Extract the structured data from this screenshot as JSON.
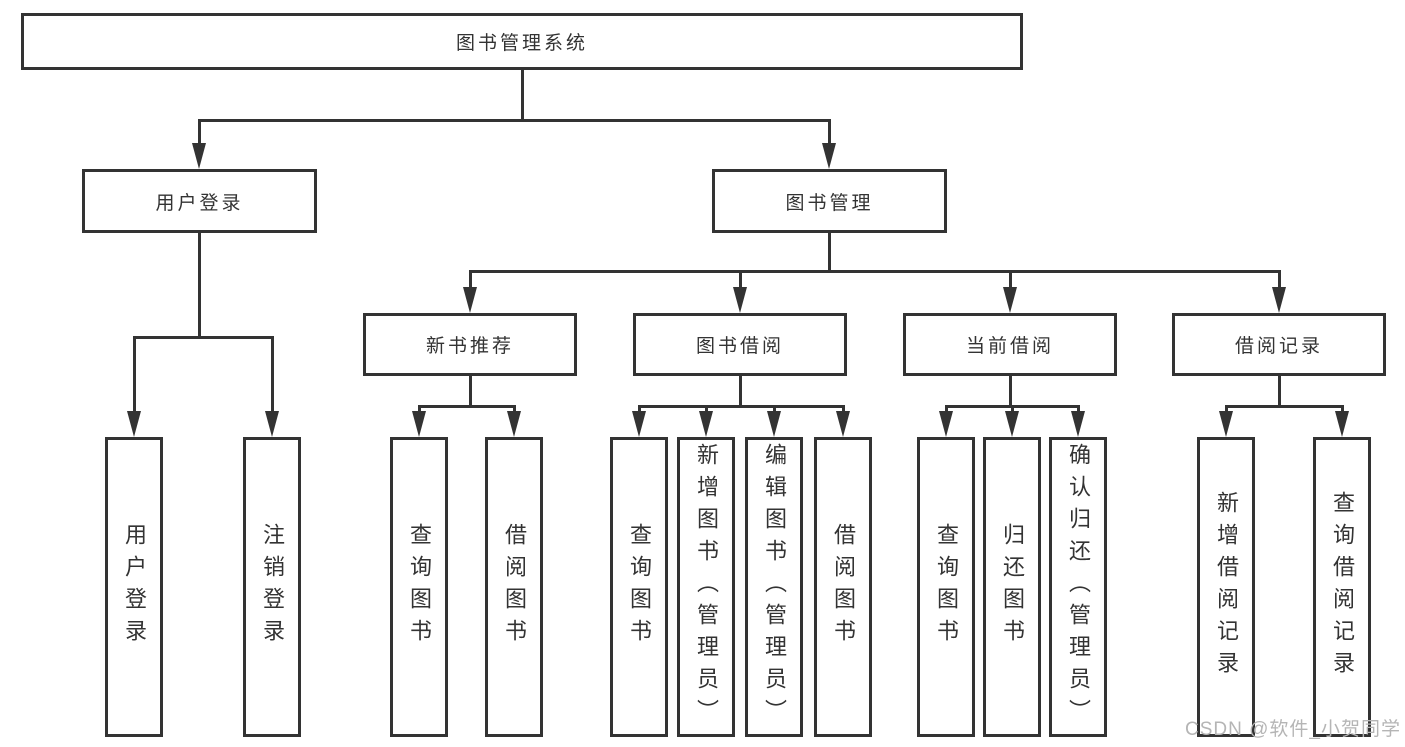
{
  "tree": {
    "root": {
      "label": "图书管理系统"
    },
    "level2": [
      {
        "label": "用户登录",
        "children": [
          {
            "label": "用户登录"
          },
          {
            "label": "注销登录"
          }
        ]
      },
      {
        "label": "图书管理",
        "children": [
          {
            "label": "新书推荐",
            "children": [
              {
                "label": "查询图书"
              },
              {
                "label": "借阅图书"
              }
            ]
          },
          {
            "label": "图书借阅",
            "children": [
              {
                "label": "查询图书"
              },
              {
                "label": "新增图书（管理员）"
              },
              {
                "label": "编辑图书（管理员）"
              },
              {
                "label": "借阅图书"
              }
            ]
          },
          {
            "label": "当前借阅",
            "children": [
              {
                "label": "查询图书"
              },
              {
                "label": "归还图书"
              },
              {
                "label": "确认归还（管理员）"
              }
            ]
          },
          {
            "label": "借阅记录",
            "children": [
              {
                "label": "新增借阅记录"
              },
              {
                "label": "查询借阅记录"
              }
            ]
          }
        ]
      }
    ]
  },
  "watermark": {
    "text": "CSDN @软件_小贺同学"
  },
  "colors": {
    "line": "#333333",
    "text": "#333333",
    "watermark": "#b5b5b5",
    "background": "#ffffff"
  }
}
